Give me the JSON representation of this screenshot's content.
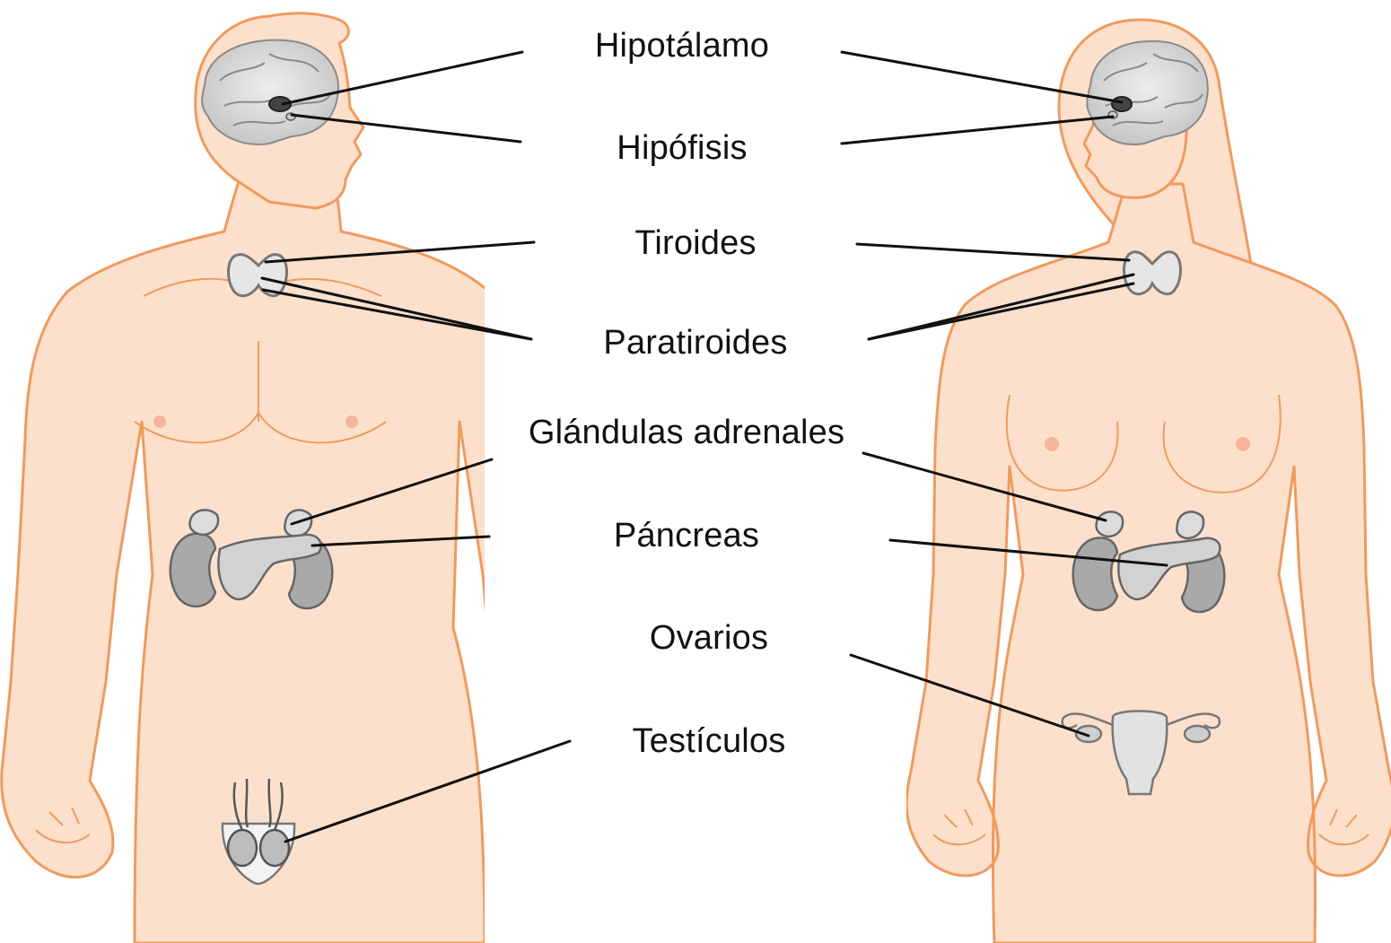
{
  "labels": {
    "hypothalamus": "Hipotálamo",
    "pituitary": "Hipófisis",
    "thyroid": "Tiroides",
    "parathyroid": "Paratiroides",
    "adrenal": "Glándulas adrenales",
    "pancreas": "Páncreas",
    "ovaries": "Ovarios",
    "testes": "Testículos"
  },
  "colors": {
    "skin": "#fde0cc",
    "outline": "#ef9a5e",
    "organ_gray": "#a9a9a9",
    "organ_light": "#dcdcdc",
    "leader": "#111111"
  }
}
